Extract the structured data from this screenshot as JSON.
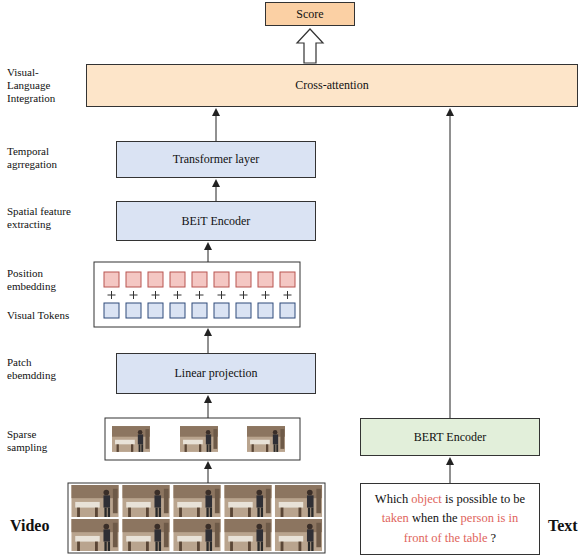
{
  "diagram": {
    "nodes": [
      {
        "text": [
          "Score"
        ]
      },
      {
        "text": [
          "Cross-attention"
        ]
      },
      {
        "text": [
          "Transformer layer"
        ]
      },
      {
        "text": [
          "BEiT Encoder"
        ]
      },
      {
        "text": [
          "Linear projection"
        ]
      },
      {
        "text": [
          "BERT Encoder"
        ]
      },
      {
        "text": [
          "Which",
          "object",
          "is possible to be",
          "taken",
          "when the",
          "person is in front of the table",
          "?"
        ]
      }
    ],
    "edges": [
      {
        "from": 1,
        "to": 0,
        "arrow": "to"
      },
      {
        "from": 2,
        "to": 1,
        "arrow": "to"
      },
      {
        "from": 3,
        "to": 2,
        "arrow": "to"
      },
      {
        "from": 5,
        "to": 1,
        "arrow": "to"
      },
      {
        "from": 6,
        "to": 5,
        "arrow": "to"
      }
    ],
    "labels": [
      "Visual-Language Integration",
      "Temporal agrregation",
      "Spatial feature extracting",
      "Position embedding",
      "Visual Tokens",
      "Patch ebemdding",
      "Sparse sampling",
      "Video",
      "Text"
    ]
  }
}
